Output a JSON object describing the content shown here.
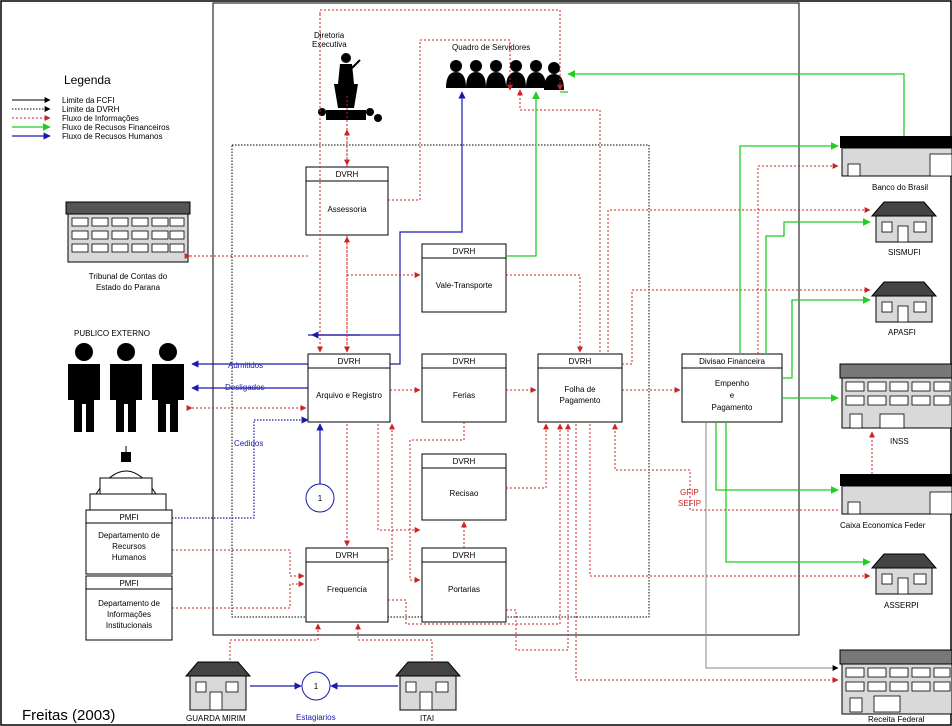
{
  "legend": {
    "title": "Legenda",
    "items": [
      {
        "label": "Limite da FCFI",
        "color": "#000000"
      },
      {
        "label": "Limite da DVRH",
        "color": "#000000"
      },
      {
        "label": "Fluxo de Informações",
        "color": "#cc2222"
      },
      {
        "label": "Fluxo de Recusos Financeiros",
        "color": "#22cc22"
      },
      {
        "label": "Fluxo de Recusos Humanos",
        "color": "#1a1aaa"
      }
    ]
  },
  "top": {
    "diretoria": [
      "Diretoria",
      "Executiva"
    ],
    "quadro": "Quadro de Servidores"
  },
  "dvrh_label": "DVRH",
  "boxes": {
    "assessoria": "Assessoria",
    "vale": "Vale-Transporte",
    "arquivo": "Arquivo e Registro",
    "ferias": "Ferias",
    "folha": [
      "Folha de",
      "Pagamento"
    ],
    "recisao": "Recisao",
    "frequencia": "Frequencia",
    "portarias": "Portarias"
  },
  "financeira": {
    "title": "Divisao Financeira",
    "lines": [
      "Empenho",
      "e",
      "Pagamento"
    ]
  },
  "left": {
    "tribunal": [
      "Tribunal de Contas do",
      "Estado do Parana"
    ],
    "publico": "PUBLICO EXTERNO",
    "pmfi_label": "PMFI",
    "drh": [
      "Departamento de",
      "Recursos",
      "Humanos"
    ],
    "dii": [
      "Departamento de",
      "Informações",
      "Institucionais"
    ]
  },
  "flows": {
    "admitidos": "Admitidos",
    "desligados": "Desligados",
    "cedidos": "Cedidos",
    "estagiarios": "Estagiarios",
    "gfip": "GFIP",
    "sefip": "SEFIP",
    "circle": "1"
  },
  "right": {
    "banco": "Banco do Brasil",
    "sismufi": "SISMUFI",
    "apasfi": "APASFI",
    "inss": "INSS",
    "caixa": "Caixa Economica Feder",
    "asserpi": "ASSERPI",
    "receita": "Receita Federal"
  },
  "bottom": {
    "guarda": "GUARDA MIRIM",
    "itai": "ITAI"
  },
  "citation": "Freitas (2003)"
}
